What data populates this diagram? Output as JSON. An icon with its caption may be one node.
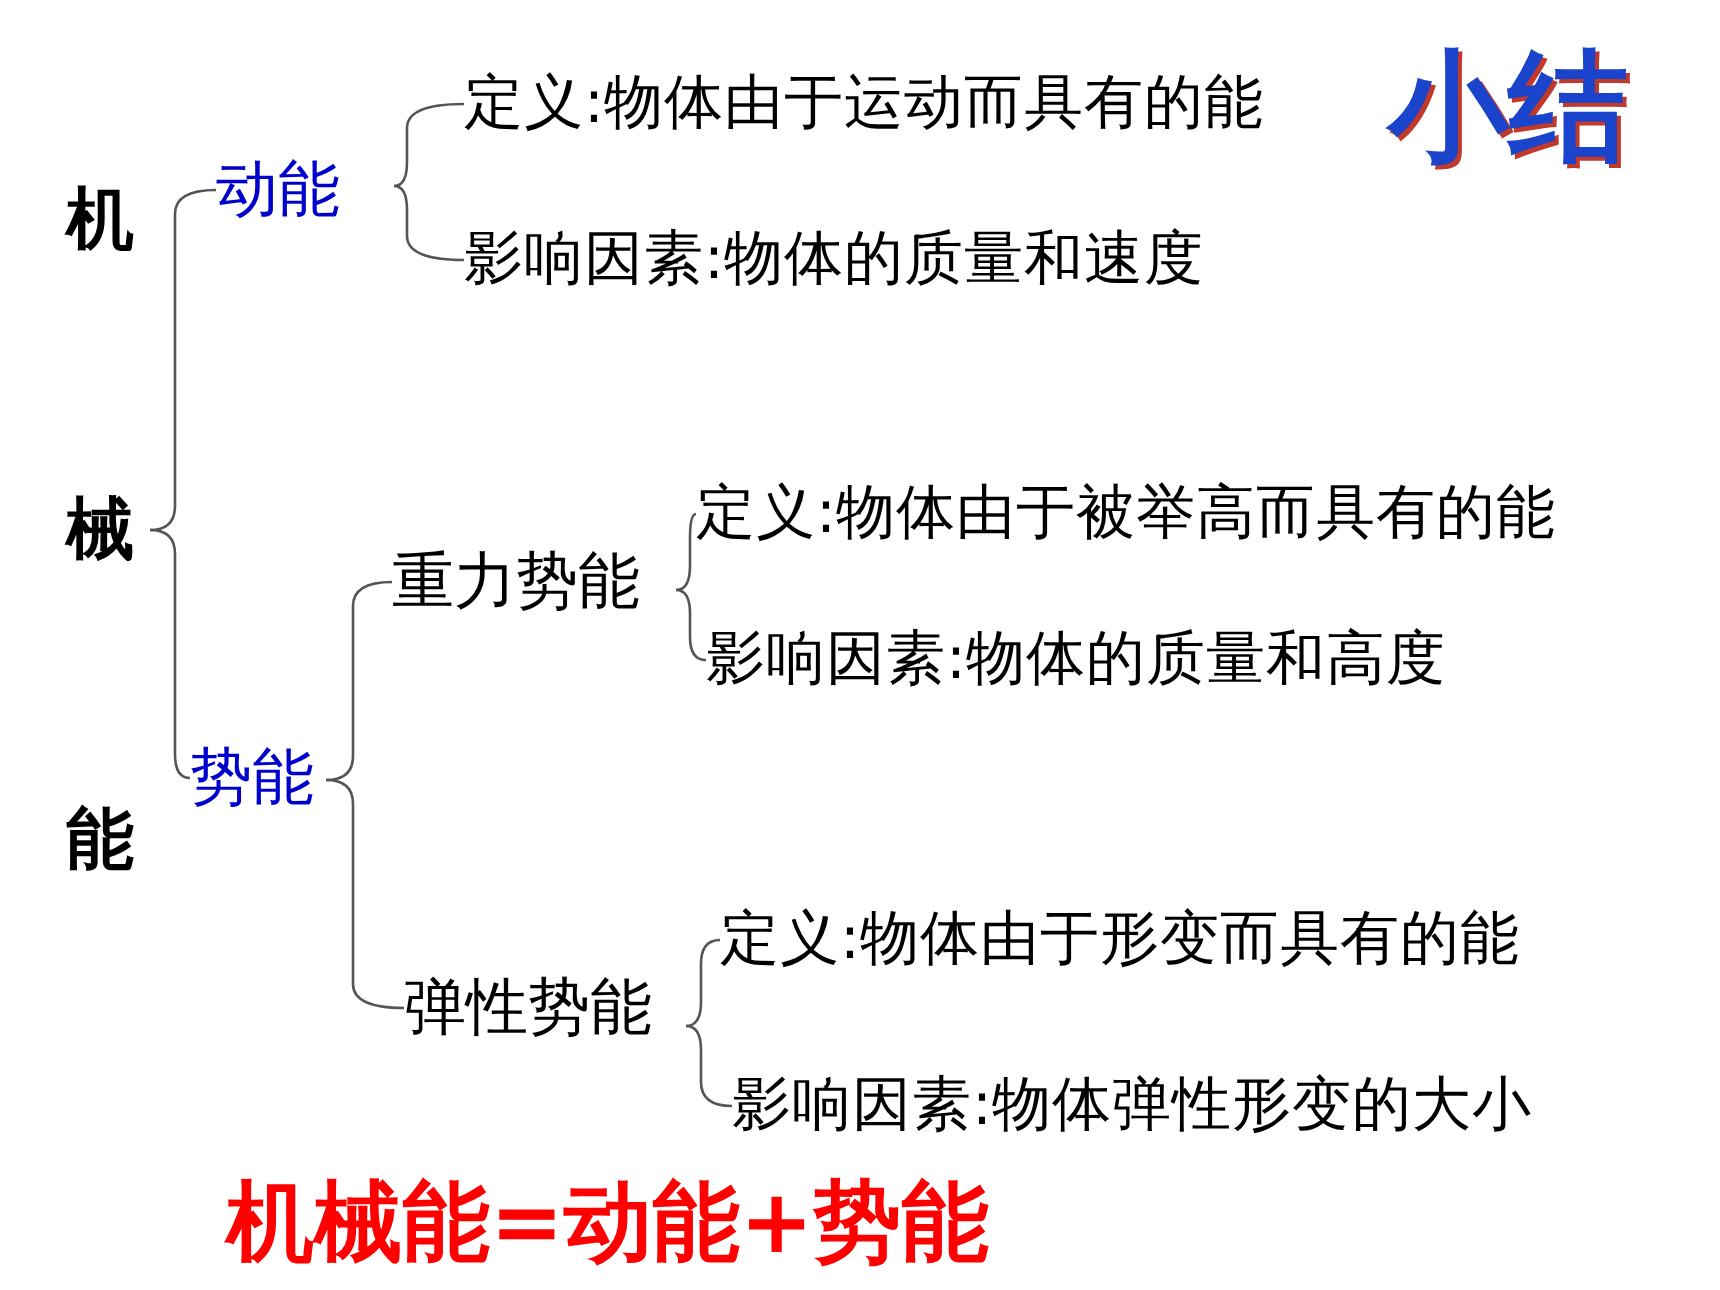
{
  "diagram": {
    "title": "小结",
    "caption": "机械能=动能+势能",
    "nodes": [
      {
        "text": [
          "机械能"
        ]
      },
      {
        "text": [
          "动能"
        ]
      },
      {
        "text": [
          "定义:物体由于运动而具有的能"
        ]
      },
      {
        "text": [
          "影响因素:物体的质量和速度"
        ]
      },
      {
        "text": [
          "势能"
        ]
      },
      {
        "text": [
          "重力势能"
        ]
      },
      {
        "text": [
          "定义:物体由于被举高而具有的能"
        ]
      },
      {
        "text": [
          "影响因素:物体的质量和高度"
        ]
      },
      {
        "text": [
          "弹性势能"
        ]
      },
      {
        "text": [
          "定义:物体由于形变而具有的能"
        ]
      },
      {
        "text": [
          "影响因素:物体弹性形变的大小"
        ]
      }
    ],
    "edges": [
      {
        "from": 0,
        "to": 1,
        "arrow": "none"
      },
      {
        "from": 0,
        "to": 4,
        "arrow": "none"
      },
      {
        "from": 1,
        "to": 2,
        "arrow": "none"
      },
      {
        "from": 1,
        "to": 3,
        "arrow": "none"
      },
      {
        "from": 4,
        "to": 5,
        "arrow": "none"
      },
      {
        "from": 4,
        "to": 8,
        "arrow": "none"
      },
      {
        "from": 5,
        "to": 6,
        "arrow": "none"
      },
      {
        "from": 5,
        "to": 7,
        "arrow": "none"
      },
      {
        "from": 8,
        "to": 9,
        "arrow": "none"
      },
      {
        "from": 8,
        "to": 10,
        "arrow": "none"
      }
    ]
  }
}
